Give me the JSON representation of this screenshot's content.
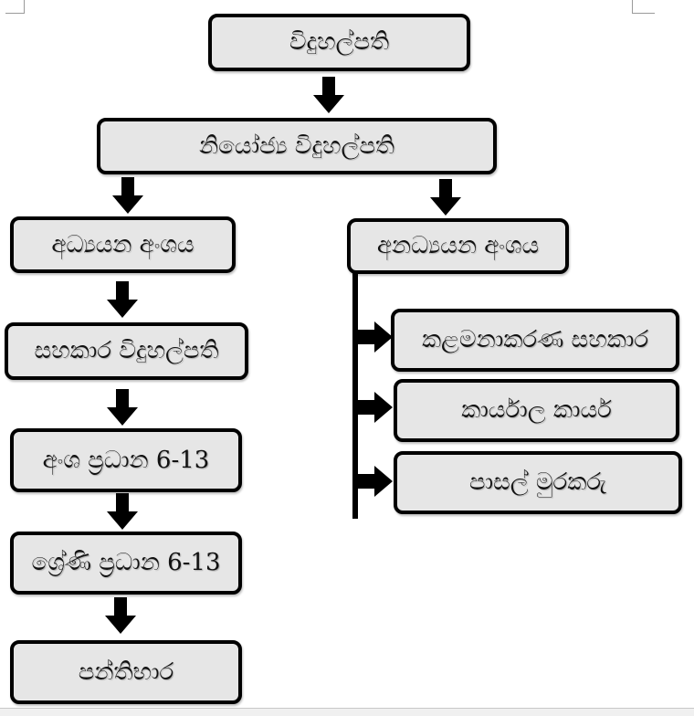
{
  "diagram": {
    "title": "School administrative hierarchy",
    "colors": {
      "node_fill": "#e6e6e6",
      "node_border": "#000000",
      "arrow": "#000000"
    },
    "nodes": {
      "principal": "විදුහල්පති",
      "deputy_principal": "නියෝජ්‍ය විදුහල්පති",
      "academic_section": "අධ්‍යයන අංශය",
      "assistant_principal": "සහකාර විදුහල්පති",
      "section_head": "අංශ ප්‍රධාන 6-13",
      "grade_head": "ශ්‍රේණි ප්‍රධාන 6-13",
      "class_teacher": "පන්තිභාර",
      "non_academic_section": "අනධ්‍යයන අංශය",
      "management_assistant": "කළමනාකරණ සහකාර",
      "office_staff": "කාර්යාල කාර්ය",
      "school_watcher": "පාසල් මුරකරු"
    },
    "edges": [
      [
        "principal",
        "deputy_principal"
      ],
      [
        "deputy_principal",
        "academic_section"
      ],
      [
        "deputy_principal",
        "non_academic_section"
      ],
      [
        "academic_section",
        "assistant_principal"
      ],
      [
        "assistant_principal",
        "section_head"
      ],
      [
        "section_head",
        "grade_head"
      ],
      [
        "grade_head",
        "class_teacher"
      ],
      [
        "non_academic_section",
        "management_assistant"
      ],
      [
        "non_academic_section",
        "office_staff"
      ],
      [
        "non_academic_section",
        "school_watcher"
      ]
    ]
  }
}
